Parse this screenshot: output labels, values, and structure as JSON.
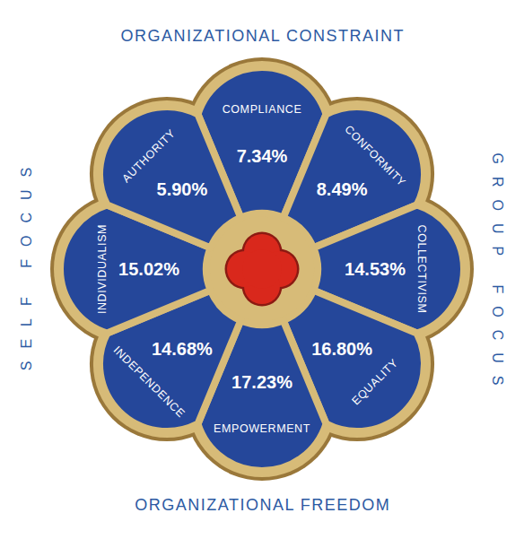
{
  "diagram": {
    "nodes": [
      {
        "text": [
          "COMPLIANCE",
          "7.34%"
        ]
      },
      {
        "text": [
          "CONFORMITY",
          "8.49%"
        ]
      },
      {
        "text": [
          "COLLECTIVISM",
          "14.53%"
        ]
      },
      {
        "text": [
          "EQUALITY",
          "16.80%"
        ]
      },
      {
        "text": [
          "EMPOWERMENT",
          "17.23%"
        ]
      },
      {
        "text": [
          "INDEPENDENCE",
          "14.68%"
        ]
      },
      {
        "text": [
          "INDIVIDUALISM",
          "15.02%"
        ]
      },
      {
        "text": [
          "AUTHORITY",
          "5.90%"
        ]
      }
    ],
    "labels": [
      "ORGANIZATIONAL CONSTRAINT",
      "SELF FOCUS",
      "GROUP FOCUS",
      "ORGANIZATIONAL FREEDOM"
    ]
  }
}
